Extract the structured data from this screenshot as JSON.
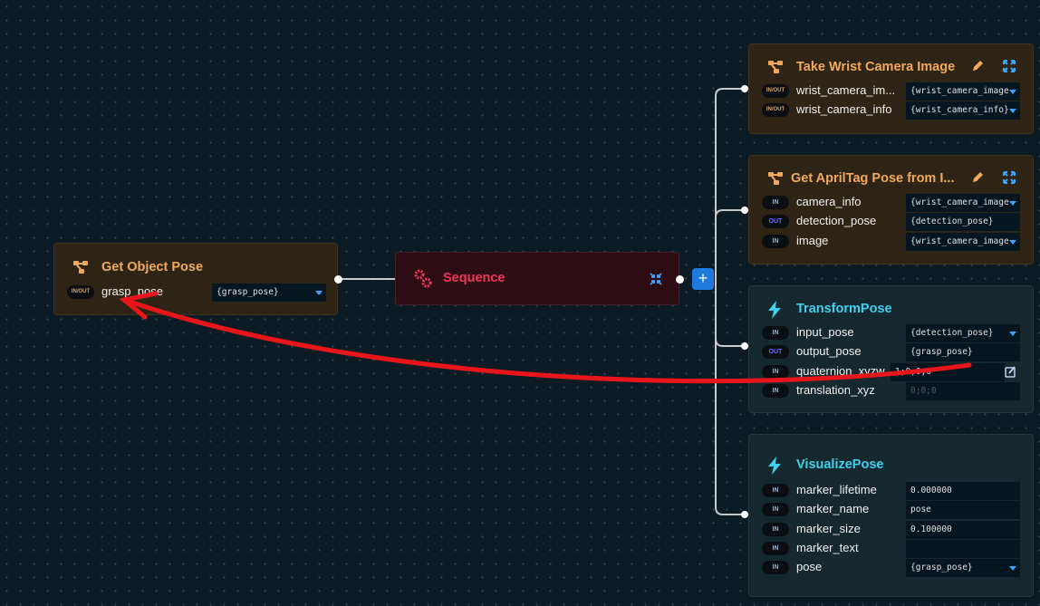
{
  "colors": {
    "background": "#0c1a24",
    "behavior_title": "#f2a95a",
    "action_title": "#3fd0ee",
    "sequence_title": "#f0385a",
    "accent": "#1f7ae0",
    "annotation": "#e8161b"
  },
  "root": {
    "title": "Get Object Pose",
    "icon": "tree-icon",
    "ports": [
      {
        "dir": "IN/OUT",
        "name": "grasp_pose",
        "value": "{grasp_pose}",
        "dropdown": true
      }
    ]
  },
  "sequence": {
    "title": "Sequence",
    "icon": "gears-icon",
    "collapse_icon": "collapse-icon",
    "add_label": "+"
  },
  "children": [
    {
      "title": "Take Wrist Camera Image",
      "kind": "behavior",
      "icon": "tree-icon",
      "edit": true,
      "ports": [
        {
          "dir": "IN/OUT",
          "name": "wrist_camera_im...",
          "value": "{wrist_camera_image",
          "dropdown": true
        },
        {
          "dir": "IN/OUT",
          "name": "wrist_camera_info",
          "value": "{wrist_camera_info}",
          "dropdown": true
        }
      ]
    },
    {
      "title": "Get AprilTag Pose from I...",
      "kind": "behavior",
      "icon": "tree-icon",
      "edit": true,
      "ports": [
        {
          "dir": "IN",
          "name": "camera_info",
          "value": "{wrist_camera_image",
          "dropdown": true
        },
        {
          "dir": "OUT",
          "name": "detection_pose",
          "value": "{detection_pose}",
          "dropdown": false
        },
        {
          "dir": "IN",
          "name": "image",
          "value": "{wrist_camera_image",
          "dropdown": true
        }
      ]
    },
    {
      "title": "TransformPose",
      "kind": "action",
      "icon": "lightning-icon",
      "edit": false,
      "ports": [
        {
          "dir": "IN",
          "name": "input_pose",
          "value": "{detection_pose}",
          "dropdown": true
        },
        {
          "dir": "OUT",
          "name": "output_pose",
          "value": "{grasp_pose}",
          "dropdown": false
        },
        {
          "dir": "IN",
          "name": "quaternion_xyzw",
          "value": "1;0;0;0",
          "dropdown": false,
          "editable": true
        },
        {
          "dir": "IN",
          "name": "translation_xyz",
          "value": "0;0;0",
          "dropdown": false,
          "placeholder": true
        }
      ]
    },
    {
      "title": "VisualizePose",
      "kind": "action",
      "icon": "lightning-icon",
      "edit": false,
      "ports": [
        {
          "dir": "IN",
          "name": "marker_lifetime",
          "value": "0.000000",
          "dropdown": false
        },
        {
          "dir": "IN",
          "name": "marker_name",
          "value": "pose",
          "dropdown": false
        },
        {
          "dir": "IN",
          "name": "marker_size",
          "value": "0.100000",
          "dropdown": false
        },
        {
          "dir": "IN",
          "name": "marker_text",
          "value": "",
          "dropdown": false
        },
        {
          "dir": "IN",
          "name": "pose",
          "value": "{grasp_pose}",
          "dropdown": true
        }
      ]
    }
  ]
}
